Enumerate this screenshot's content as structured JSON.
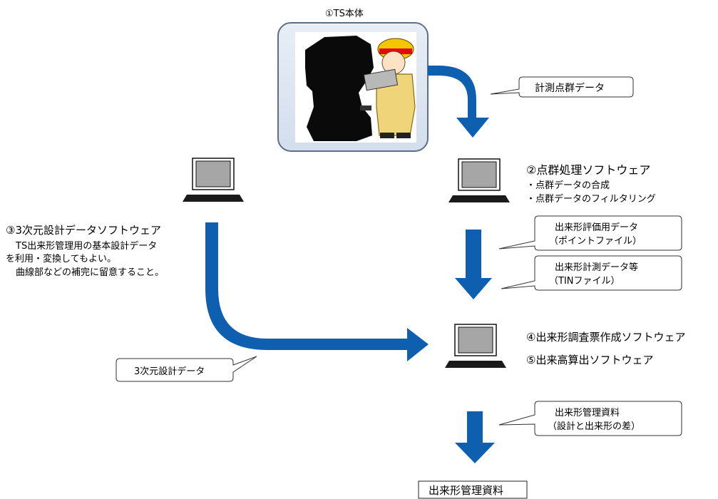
{
  "ts_unit": {
    "title": "①TS本体"
  },
  "callout_point_cloud": {
    "text": "計測点群データ"
  },
  "software_2": {
    "title": "②点群処理ソフトウェア",
    "items": [
      "・点群データの合成",
      "・点群データのフィルタリング"
    ]
  },
  "software_3": {
    "title": "③3次元設計データソフトウェア",
    "lines": [
      "TS出来形管理用の基本設計データ",
      "を利用・変換してもよい。",
      "曲線部などの補完に留意すること。"
    ]
  },
  "callout_eval": {
    "line1": "出来形評価用データ",
    "line2": "（ポイントファイル）"
  },
  "callout_measure": {
    "line1": "出来形計測データ等",
    "line2": "（TINファイル）"
  },
  "software_4": {
    "title": "④出来形調査票作成ソフトウェア"
  },
  "software_5": {
    "title": "⑤出来高算出ソフトウェア"
  },
  "callout_3d": {
    "text": "3次元設計データ"
  },
  "callout_mgmt": {
    "line1": "出来形管理資料",
    "line2": "（設計と出来形の差）"
  },
  "output_box": {
    "text": "出来形管理資料"
  },
  "colors": {
    "arrow": "#0e5fb0",
    "panel_border": "#5b6f8c",
    "panel_bg": "#dde7f2",
    "laptop_screen": "#a6a6a6"
  }
}
